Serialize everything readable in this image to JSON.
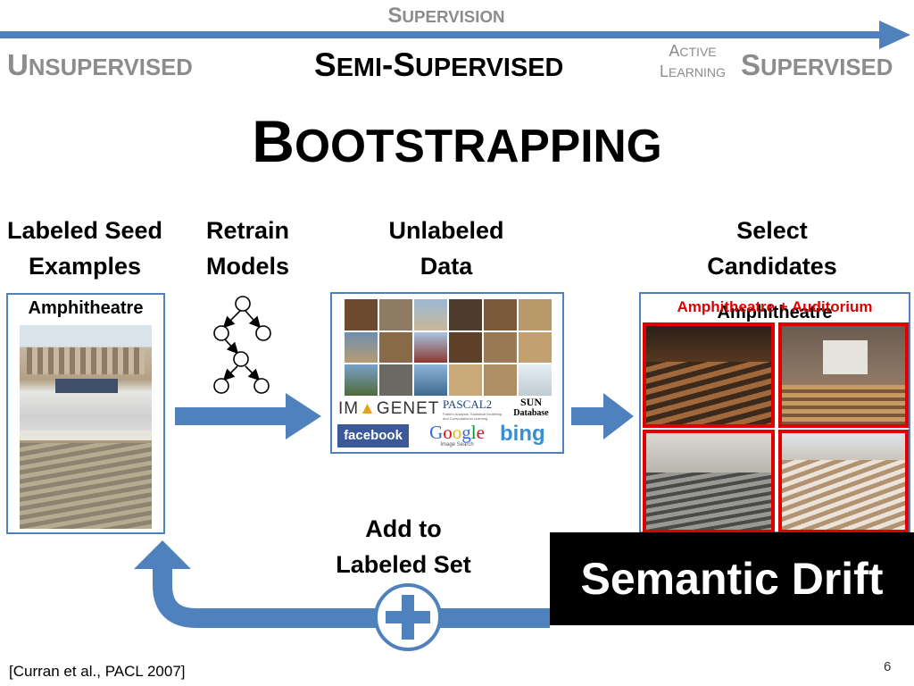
{
  "header": {
    "axis_label": "Supervision",
    "axis_label_parts": [
      "S",
      "UPERVISION"
    ],
    "left": [
      "U",
      "NSUPERVISED"
    ],
    "center": [
      "S",
      "EMI",
      "-",
      "S",
      "UPERVISED"
    ],
    "active_line1": [
      "A",
      "CTIVE"
    ],
    "active_line2": [
      "L",
      "EARNING"
    ],
    "right": [
      "S",
      "UPERVISED"
    ]
  },
  "title": [
    "B",
    "OOTSTRAPPING"
  ],
  "steps": {
    "seed": [
      "Labeled Seed",
      "Examples"
    ],
    "retrain": [
      "Retrain",
      "Models"
    ],
    "unlabeled": [
      "Unlabeled",
      "Data"
    ],
    "select": [
      "Select",
      "Candidates"
    ],
    "add": [
      "Add to",
      "Labeled Set"
    ]
  },
  "seed_box": {
    "caption": "Amphitheatre"
  },
  "candidates_box": {
    "caption_red": "Amphitheatre + Auditorium",
    "caption_black": "Amphitheatre"
  },
  "logos": {
    "imagenet_a": "IM",
    "imagenet_b": "GENET",
    "pascal": "PASCAL2",
    "pascal_sub": "Pattern Analysis, Statistical Modelling and Computational Learning",
    "sun_a": "SUN",
    "sun_b": "Database",
    "facebook": "facebook",
    "google": [
      "G",
      "o",
      "o",
      "g",
      "l",
      "e"
    ],
    "google_sub": "Image Search",
    "bing": "bing"
  },
  "callout": "Semantic Drift",
  "citation": "[Curran et al., PACL 2007]",
  "page_number": "6",
  "colors": {
    "accent": "#4f81bd",
    "grey_text": "#8c8c8c",
    "red": "#e00000",
    "callout_bg": "#000000",
    "facebook": "#3b5998"
  },
  "icons": {
    "plus": "plus-icon",
    "arrow": "arrow-right-icon",
    "tree": "model-tree-icon"
  }
}
